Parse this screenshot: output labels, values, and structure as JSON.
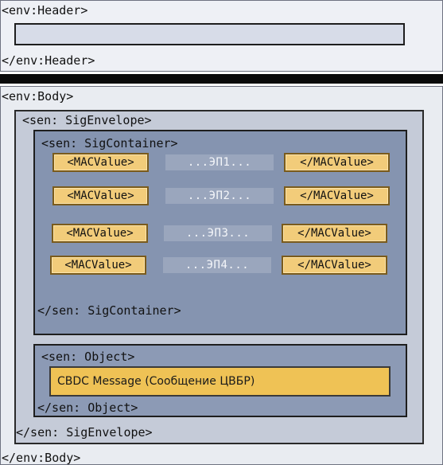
{
  "header": {
    "open_tag": "<env:Header>",
    "close_tag": "</env:Header>"
  },
  "body": {
    "open_tag": "<env:Body>",
    "close_tag": "</env:Body>"
  },
  "sig_envelope": {
    "open_tag": "<sen: SigEnvelope>",
    "close_tag": "</sen: SigEnvelope>"
  },
  "sig_container": {
    "open_tag": "<sen: SigContainer>",
    "close_tag": "</sen: SigContainer>",
    "rows": [
      {
        "open": "<MACValue>",
        "value": "...ЭП1...",
        "close": "</MACValue>"
      },
      {
        "open": "<MACValue>",
        "value": "...ЭП2...",
        "close": "</MACValue>"
      },
      {
        "open": "<MACValue>",
        "value": "...ЭП3...",
        "close": "</MACValue>"
      },
      {
        "open": "<MACValue>",
        "value": "...ЭП4...",
        "close": "</MACValue>"
      }
    ]
  },
  "object": {
    "open_tag": "<sen: Object>",
    "close_tag": "</sen: Object>",
    "message": "CBDC Message (Сообщение ЦВБР)"
  },
  "colors": {
    "header_bg": "#eef0f5",
    "container_bg": "#8594b0",
    "envelope_bg": "#c5cbd8",
    "mac_fill": "#f2cc7a",
    "message_fill": "#efc255"
  }
}
